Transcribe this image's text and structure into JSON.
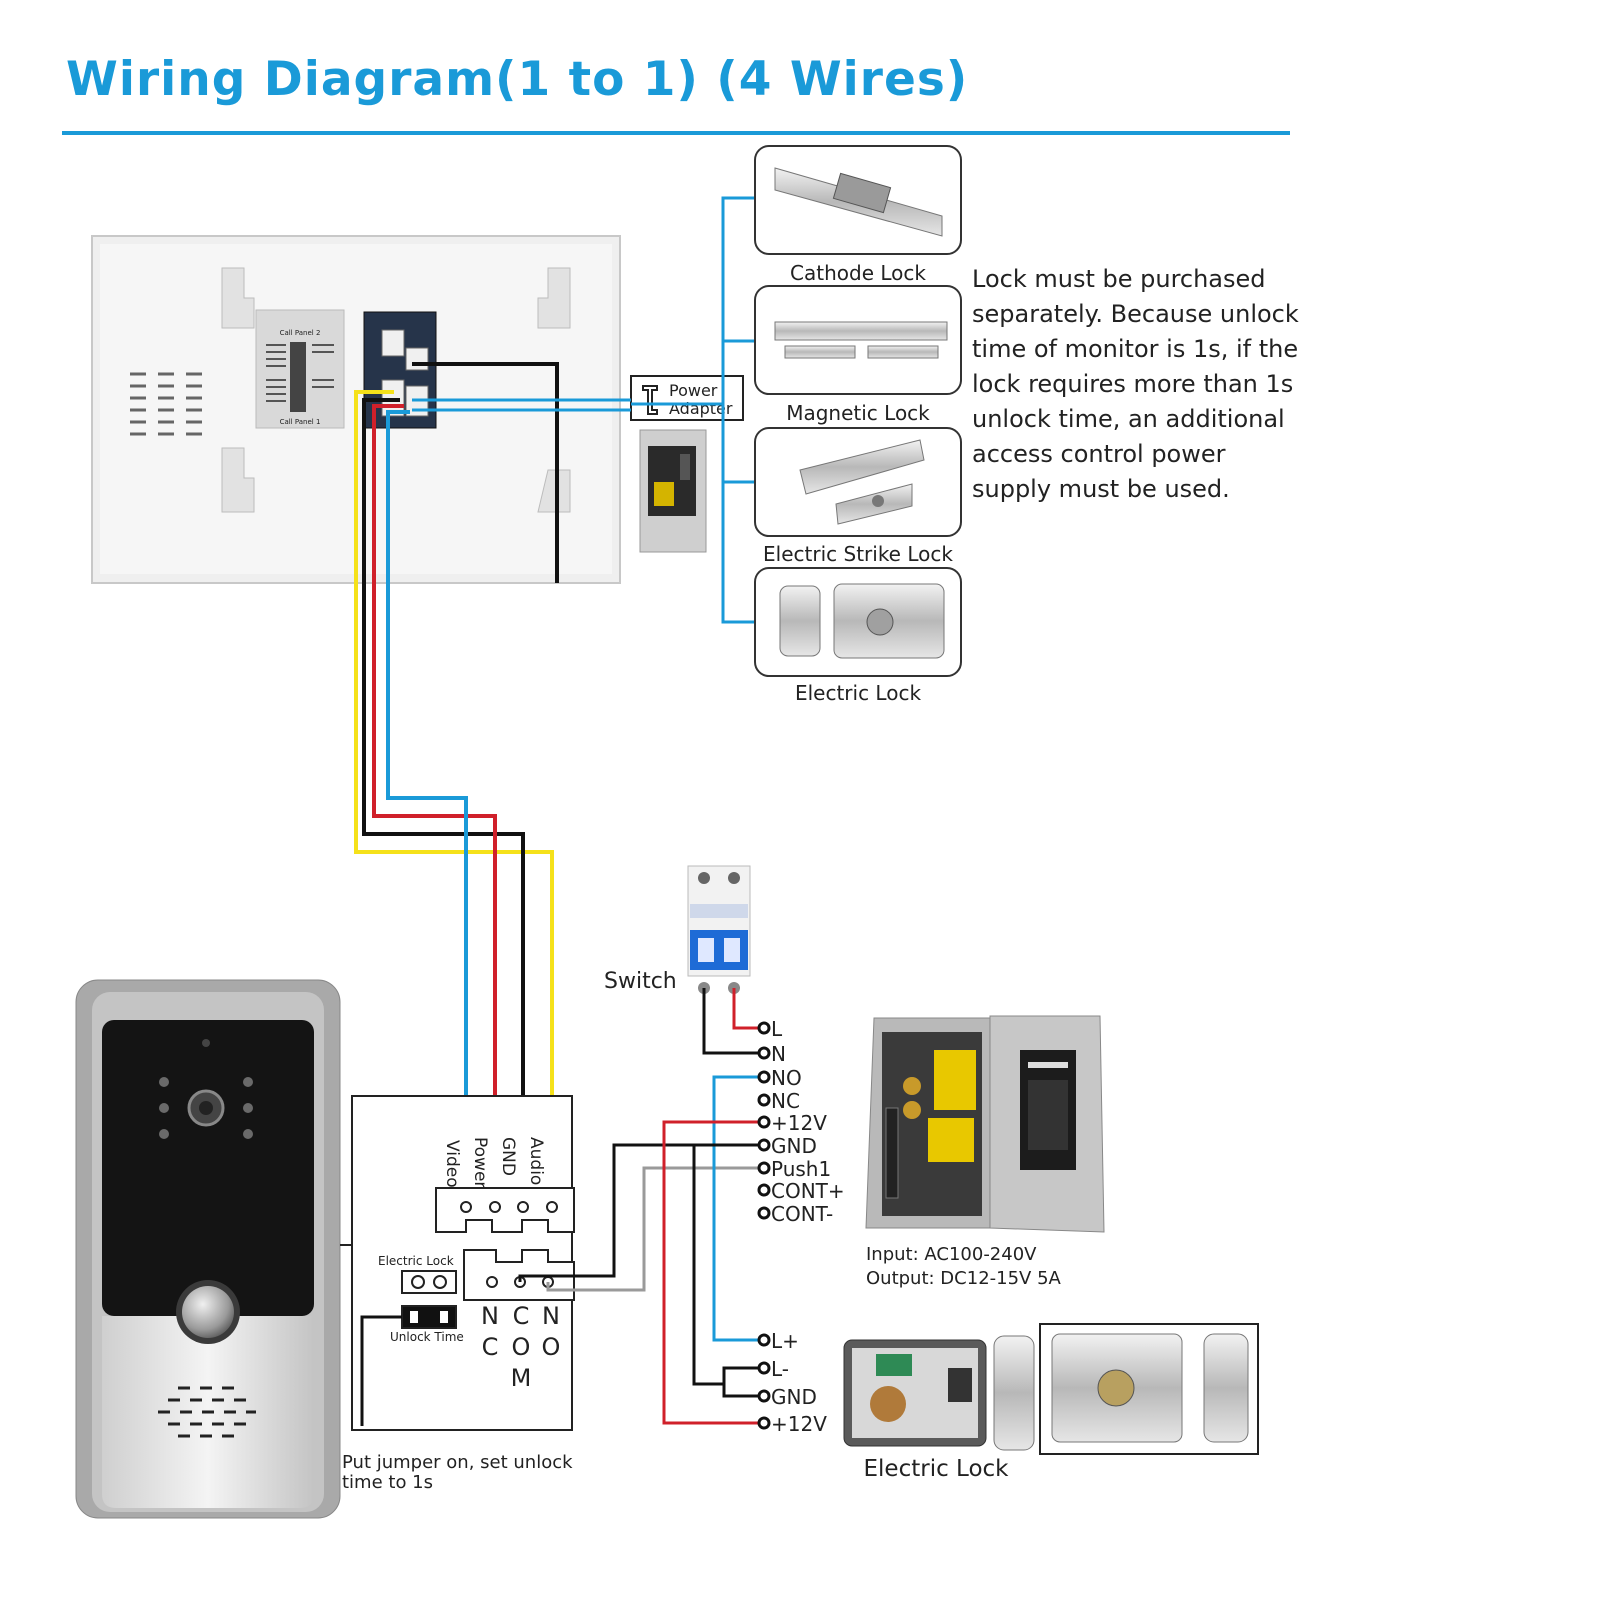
{
  "title": "Wiring Diagram(1 to 1) (4 Wires)",
  "monitor": {
    "sticker_top": "Call Panel 2",
    "sticker_bottom": "Call Panel 1"
  },
  "power_adapter_label_line1": "Power",
  "power_adapter_label_line2": "Adapter",
  "lock_options": [
    {
      "label": "Cathode Lock",
      "icon": "cathode-lock-image"
    },
    {
      "label": "Magnetic Lock",
      "icon": "magnetic-lock-image"
    },
    {
      "label": "Electric Strike Lock",
      "icon": "electric-strike-lock-image"
    },
    {
      "label": "Electric Lock",
      "icon": "electric-lock-image"
    }
  ],
  "note": "Lock must be purchased separately. Because unlock time of monitor is 1s, if the lock requires more than 1s unlock time, an additional access control power supply must be used.",
  "outdoor_terminals": [
    "Video",
    "Power",
    "GND",
    "Audio"
  ],
  "relay_terminals": [
    [
      "N",
      "C"
    ],
    [
      "C",
      "O",
      "M"
    ],
    [
      "N",
      "O"
    ]
  ],
  "jumper_electric_lock": "Electric Lock",
  "jumper_unlock_time": "Unlock Time",
  "jumper_note_line1": "Put jumper on, set unlock",
  "jumper_note_line2": "time to 1s",
  "switch_label": "Switch",
  "psu_terminals": [
    "L",
    "N",
    "NO",
    "NC",
    "+12V",
    "GND",
    "Push1",
    "CONT+",
    "CONT-"
  ],
  "psu_spec_line1": "Input: AC100-240V",
  "psu_spec_line2": "Output: DC12-15V 5A",
  "lock_terminals": [
    "L+",
    "L-",
    "GND",
    "+12V"
  ],
  "bottom_lock_label": "Electric Lock",
  "colors": {
    "blue": "#1a9ad8",
    "yellow": "#f5e11a",
    "red": "#d0202a",
    "black": "#111111",
    "gray": "#9a9a9a"
  }
}
